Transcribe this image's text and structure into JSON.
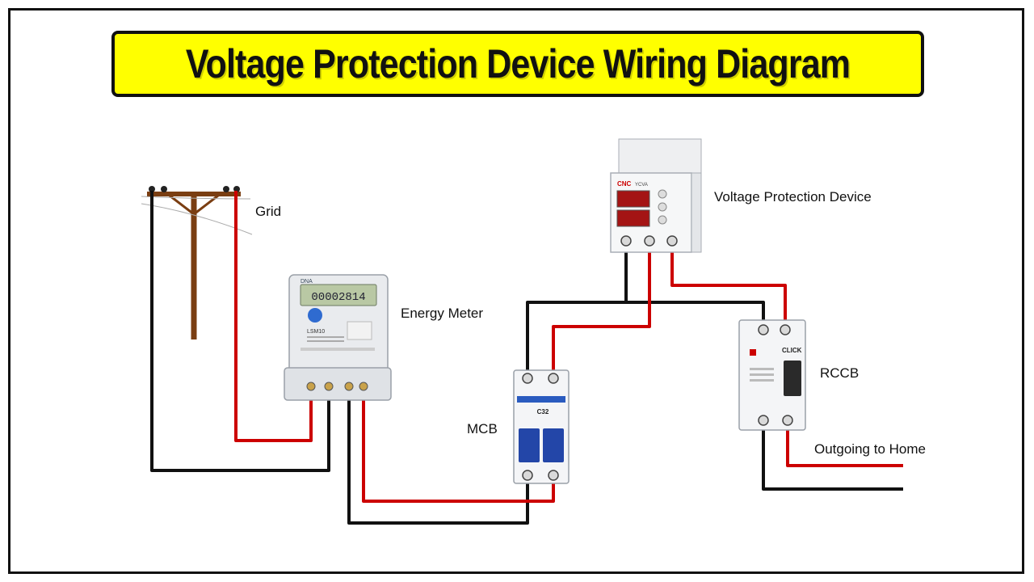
{
  "title": "Voltage Protection Device Wiring Diagram",
  "labels": {
    "grid": "Grid",
    "energy_meter": "Energy Meter",
    "mcb": "MCB",
    "vpd": "Voltage Protection Device",
    "rccb": "RCCB",
    "outgoing": "Outgoing to Home"
  },
  "device_text": {
    "meter_reading": "00002814",
    "meter_model": "LSM10",
    "meter_brand": "DNA",
    "mcb_rating": "C32",
    "vpd_brand": "CNC",
    "vpd_model": "YCVA",
    "rccb_brand": "CLICK"
  },
  "colors": {
    "banner": "#ffff00",
    "live_wire": "#cc0000",
    "neutral_wire": "#111111",
    "pole": "#7a3e12"
  }
}
